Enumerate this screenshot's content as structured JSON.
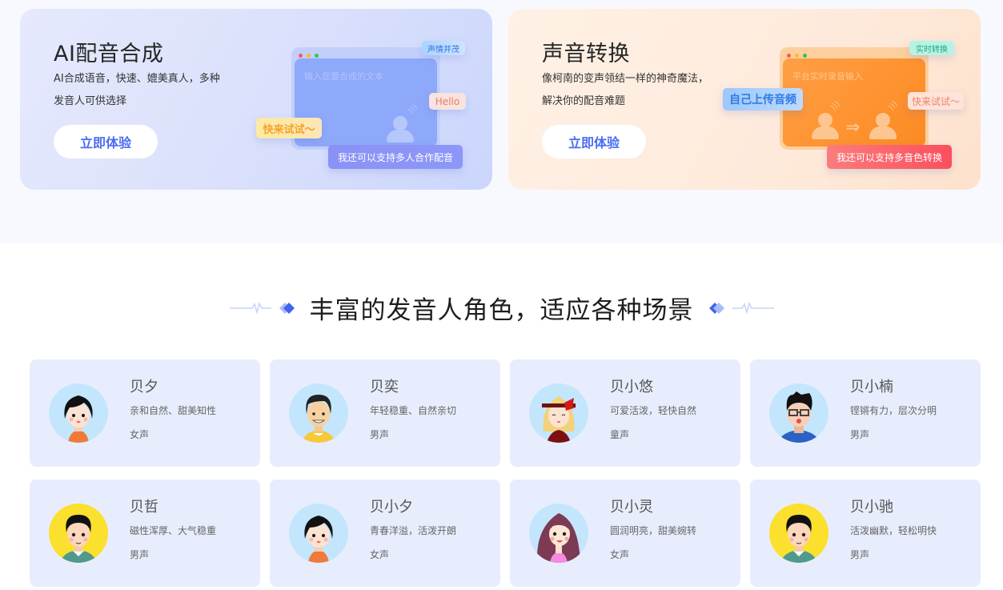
{
  "features": [
    {
      "title": "AI配音合成",
      "desc_line1": "AI合成语音，快速、媲美真人，多种",
      "desc_line2": "发音人可供选择",
      "button": "立即体验",
      "illustration": {
        "placeholder": "输入您要合成的文本",
        "tags": {
          "emotion": "声情并茂",
          "hello": "Hello",
          "try": "快来试试～",
          "multi": "我还可以支持多人合作配音"
        }
      }
    },
    {
      "title": "声音转换",
      "desc_line1": "像柯南的变声领结一样的神奇魔法，",
      "desc_line2": "解决你的配音难题",
      "button": "立即体验",
      "illustration": {
        "placeholder": "平台实时录音输入",
        "tags": {
          "realtime": "实时转换",
          "upload": "自己上传音频",
          "try": "快来试试～",
          "multi": "我还可以支持多音色转换"
        }
      }
    }
  ],
  "section": {
    "heading": "丰富的发音人角色，适应各种场景"
  },
  "voices": [
    {
      "name": "贝夕",
      "desc": "亲和自然、甜美知性",
      "type": "女声",
      "avatar": "girl-black-hair"
    },
    {
      "name": "贝奕",
      "desc": "年轻稳重、自然亲切",
      "type": "男声",
      "avatar": "boy-yellow-shirt"
    },
    {
      "name": "贝小悠",
      "desc": "可爱活泼，轻快自然",
      "type": "童声",
      "avatar": "girl-blonde-bow"
    },
    {
      "name": "贝小楠",
      "desc": "铿锵有力，层次分明",
      "type": "男声",
      "avatar": "boy-glasses"
    },
    {
      "name": "贝哲",
      "desc": "磁性浑厚、大气稳重",
      "type": "男声",
      "avatar": "man-green-sweater"
    },
    {
      "name": "贝小夕",
      "desc": "青春洋溢，活泼开朗",
      "type": "女声",
      "avatar": "girl-black-hair"
    },
    {
      "name": "贝小灵",
      "desc": "圆润明亮，甜美婉转",
      "type": "女声",
      "avatar": "girl-long-hair"
    },
    {
      "name": "贝小驰",
      "desc": "活泼幽默，轻松明快",
      "type": "男声",
      "avatar": "man-green-sweater"
    }
  ],
  "colors": {
    "accent": "#4a6cf0",
    "card_bg": "#e8edfd",
    "top_bg": "#f8f9fe"
  }
}
